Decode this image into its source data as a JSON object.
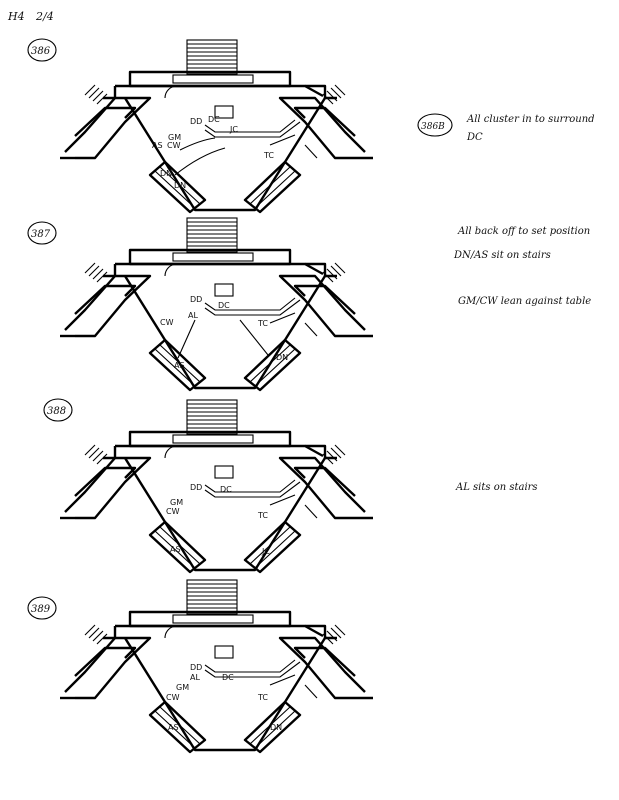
{
  "header": {
    "code": "H4",
    "page": "2/4"
  },
  "cues": [
    {
      "number": "386",
      "labels": [
        "GM",
        "DD",
        "DC",
        "JC",
        "AS",
        "CW",
        "TC",
        "DN",
        "DN"
      ]
    },
    {
      "number": "387",
      "labels": [
        "CW",
        "AL",
        "DD",
        "DC",
        "TC",
        "AS",
        "DN"
      ]
    },
    {
      "number": "388",
      "labels": [
        "GM",
        "CW",
        "DD",
        "DC",
        "TC",
        "AS",
        "JC"
      ]
    },
    {
      "number": "389",
      "labels": [
        "DD",
        "AL",
        "DC",
        "GM",
        "CW",
        "TC",
        "AS",
        "DN"
      ]
    }
  ],
  "notes": [
    {
      "cue": "386B",
      "text": "All cluster in to surround",
      "text2": "DC"
    },
    {
      "text": "All back off to set position"
    },
    {
      "text": "DN/AS sit on stairs"
    },
    {
      "text": "GM/CW lean against table"
    },
    {
      "text": "AL sits on stairs"
    }
  ]
}
